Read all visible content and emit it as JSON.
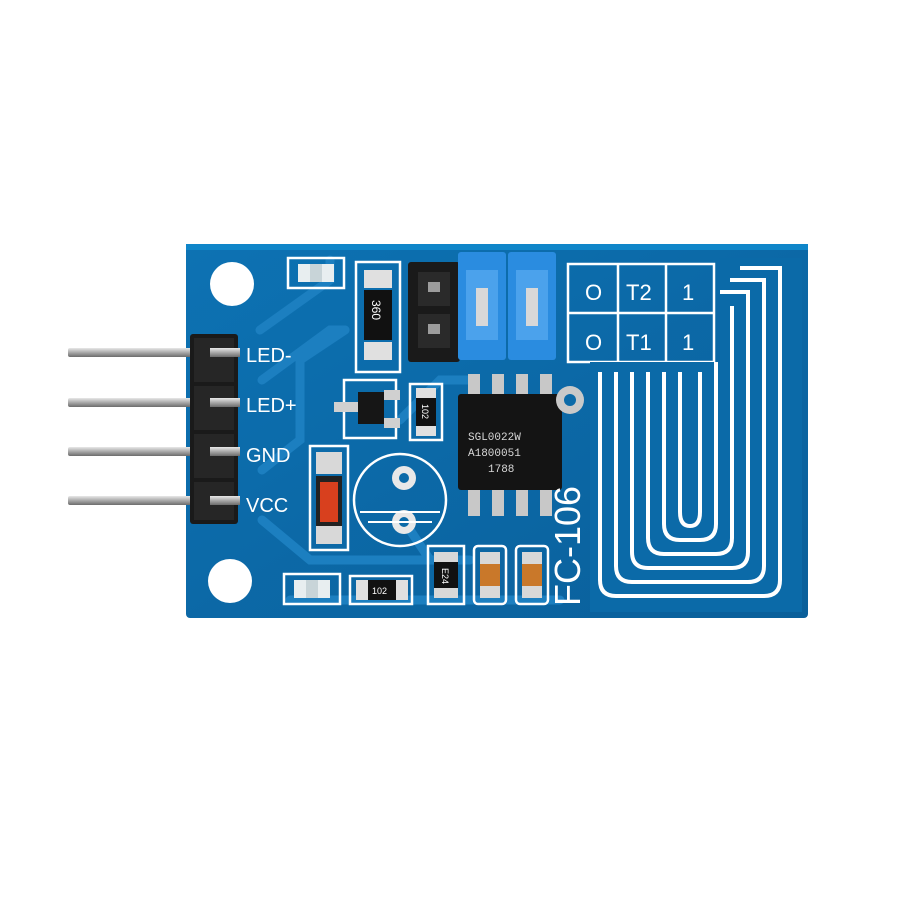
{
  "pin_labels": {
    "led_minus": "LED-",
    "led_plus": "LED+",
    "gnd": "GND",
    "vcc": "VCC"
  },
  "touch_matrix": {
    "row1": {
      "left": "O",
      "mid": "T2",
      "right": "1"
    },
    "row2": {
      "left": "O",
      "mid": "T1",
      "right": "1"
    }
  },
  "model": "FC-106",
  "ic_marking": {
    "line1": "SGL0022W",
    "line2": "A1800051",
    "line3": "1788"
  },
  "component_markings": {
    "r_360": "360",
    "r_102_mid": "102",
    "r_102_bottom": "102",
    "cap_e24": "E24"
  },
  "colors": {
    "pcb": "#0b6aa8",
    "pcb_edge": "#0a5d96",
    "silk": "#ffffff",
    "jumper": "#2a8ce0",
    "header": "#1a1a1a",
    "pin": "#b8b8b8"
  }
}
